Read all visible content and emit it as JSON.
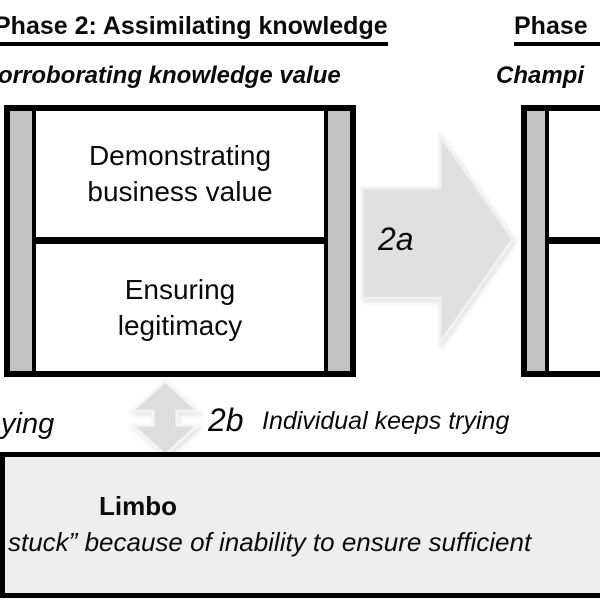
{
  "diagram": {
    "phase2": {
      "title": "Phase 2: Assimilating knowledge",
      "subtitle": "orroborating knowledge value"
    },
    "phase3": {
      "title": "Phase",
      "subtitle": "Champi"
    },
    "process_box": {
      "top_cell": "Demonstrating business value",
      "bottom_cell": "Ensuring legitimacy"
    },
    "transitions": {
      "forward_label": "2a",
      "loop_label": "2b"
    },
    "captions": {
      "left_fragment": "ying",
      "right_caption": "Individual keeps trying"
    },
    "limbo": {
      "title": "Limbo",
      "description": "stuck” because of inability to ensure sufficient"
    },
    "colors": {
      "bar_gray": "#c3c3c3",
      "arrow_gray": "#e0e0e0",
      "arrow_rim": "#f1f1f1",
      "limbo_bg": "#eeeeee",
      "line_black": "#000000"
    }
  }
}
